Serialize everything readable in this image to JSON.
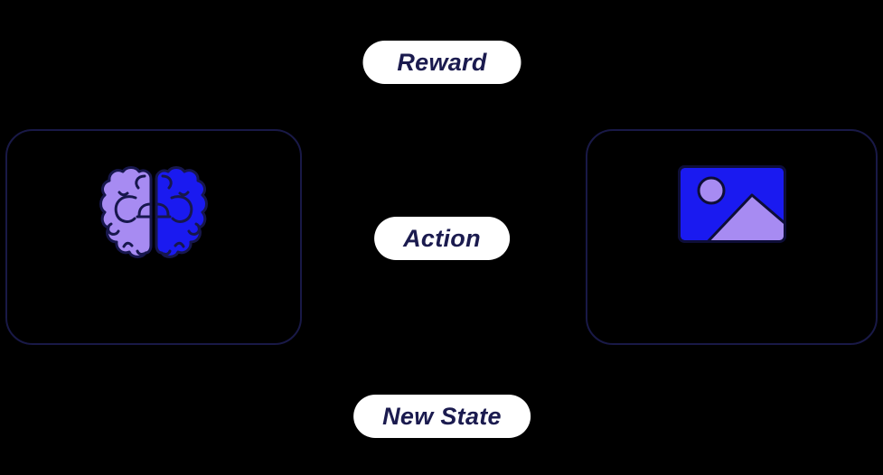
{
  "diagram": {
    "title": "reinforcement-learning-loop",
    "labels": {
      "reward": "Reward",
      "action": "Action",
      "new_state": "New State"
    },
    "nodes": {
      "agent": {
        "icon": "brain-icon"
      },
      "environment": {
        "icon": "image-icon"
      }
    },
    "colors": {
      "background": "#000000",
      "box_border": "#191947",
      "pill_background": "#ffffff",
      "pill_text": "#1b1b4f",
      "icon_purple": "#a78bf2",
      "icon_blue": "#1a1af0",
      "icon_outline": "#17174d",
      "image_icon_outline": "#0e0e38"
    }
  }
}
